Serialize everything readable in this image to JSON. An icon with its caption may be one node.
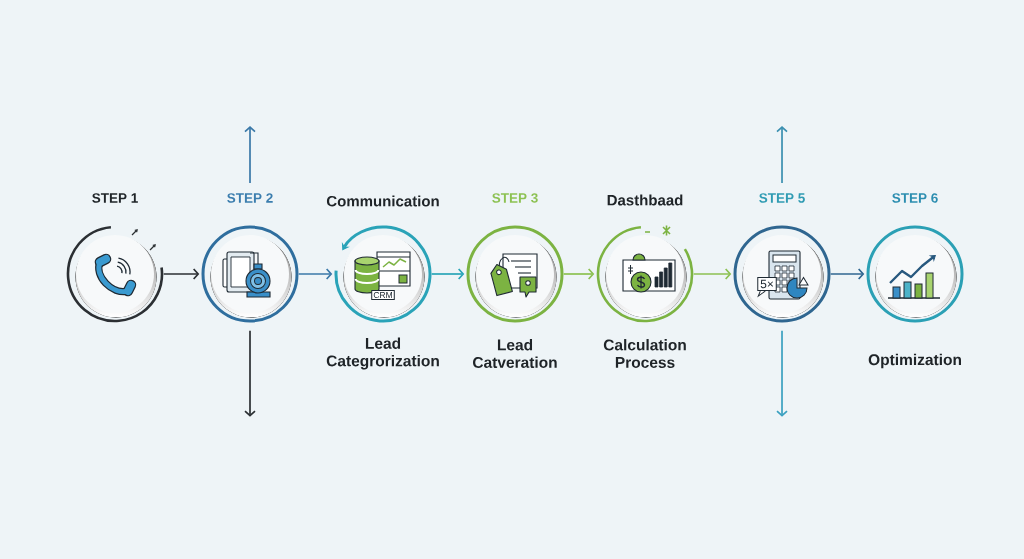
{
  "diagram": {
    "nodes": [
      {
        "text": [
          "STEP 1"
        ]
      },
      {
        "text": [
          "STEP 2"
        ]
      },
      {
        "text": [
          "Communication",
          "CRM",
          "Lead Categrorization"
        ]
      },
      {
        "text": [
          "STEP 3",
          "Lead Catveration"
        ]
      },
      {
        "text": [
          "Dasthbaad",
          "Calculation Process"
        ]
      },
      {
        "text": [
          "STEP 5",
          "5×"
        ]
      },
      {
        "text": [
          "STEP 6",
          "Optimization"
        ]
      }
    ],
    "edges": [
      {
        "from": 0,
        "to": 1,
        "arrow": "to",
        "color": "#2b2f33"
      },
      {
        "from": 1,
        "to": 2,
        "arrow": "to",
        "color": "#3a78a8"
      },
      {
        "from": 2,
        "to": 3,
        "arrow": "to",
        "color": "#2aa5b8"
      },
      {
        "from": 3,
        "to": 4,
        "arrow": "to",
        "color": "#8cc152"
      },
      {
        "from": 4,
        "to": 5,
        "arrow": "to",
        "color": "#8cc152"
      },
      {
        "from": 5,
        "to": 6,
        "arrow": "to",
        "color": "#2f6690"
      },
      {
        "from": 1,
        "to": null,
        "arrow": "to",
        "color": "#3a78a8"
      },
      {
        "from": 1,
        "to": null,
        "arrow": "to",
        "color": "#2b2f33"
      },
      {
        "from": 5,
        "to": null,
        "arrow": "to",
        "color": "#3a8fb0"
      },
      {
        "from": 5,
        "to": null,
        "arrow": "to",
        "color": "#3aa0c0"
      }
    ]
  }
}
